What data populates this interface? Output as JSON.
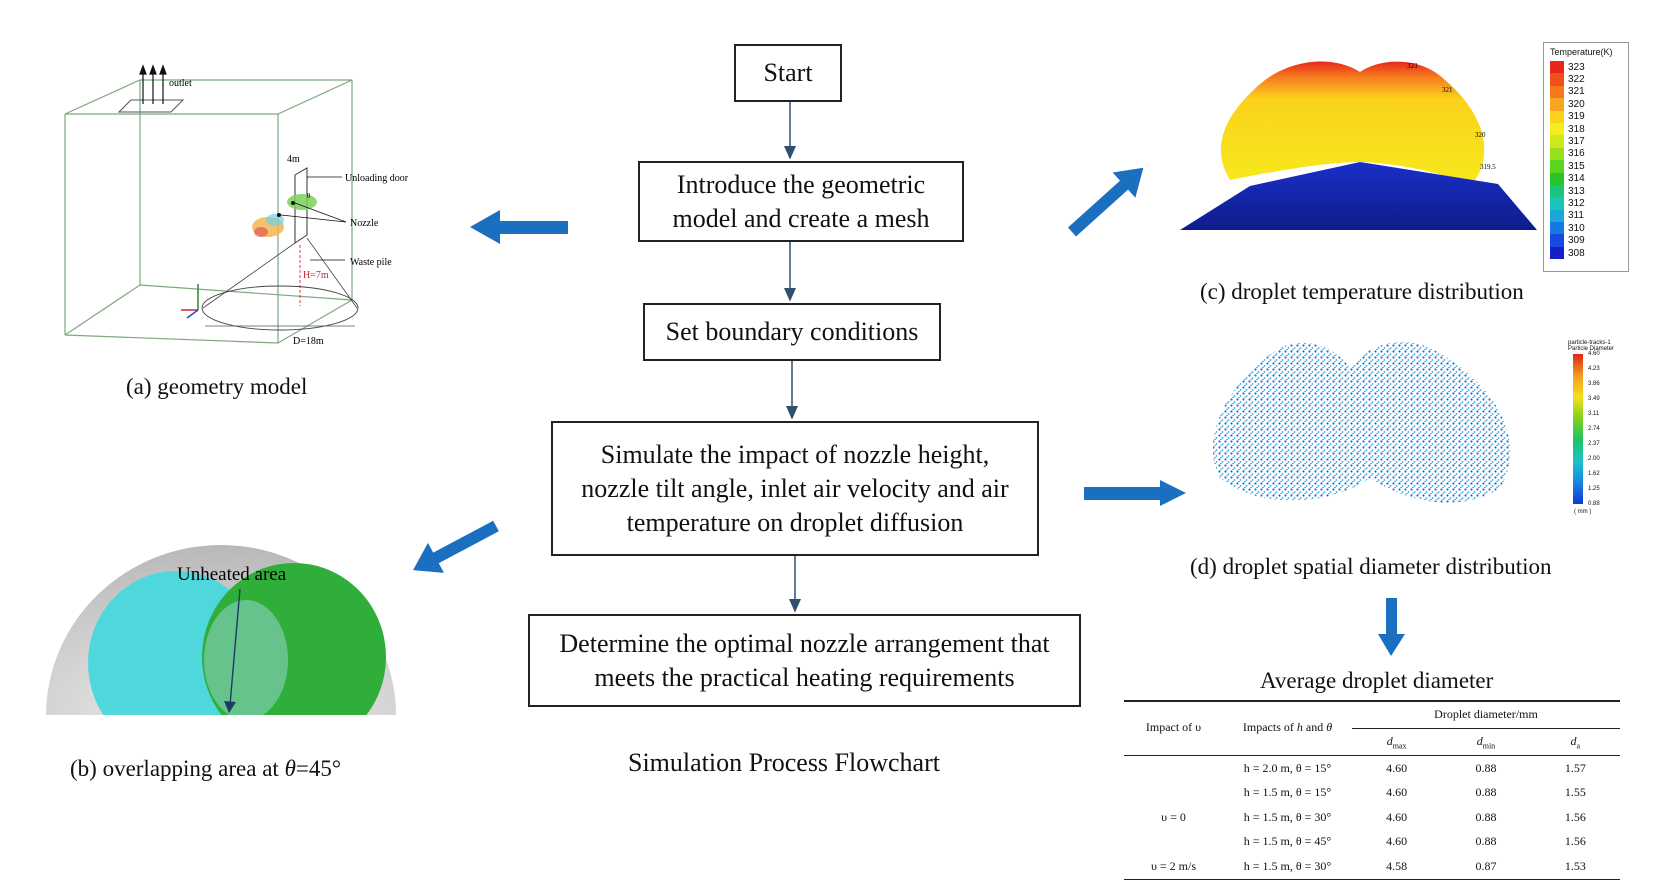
{
  "flowchart": {
    "title": "Simulation Process Flowchart",
    "steps": [
      "Start",
      "Introduce the geometric model and create a mesh",
      "Set boundary conditions",
      "Simulate the impact of nozzle height, nozzle tilt angle, inlet air velocity and air temperature on droplet diffusion",
      "Determine the optimal nozzle arrangement that meets the practical heating requirements"
    ]
  },
  "panel_a": {
    "caption": "(a) geometry model",
    "labels": {
      "outlet": "outlet",
      "unloading_door": "Unloading door",
      "nozzle": "Nozzle",
      "waste_pile": "Waste pile",
      "width": "4m",
      "height": "H=7m",
      "diameter": "D=18m"
    }
  },
  "panel_b": {
    "caption_prefix": "(b) overlapping area at ",
    "caption_theta": "θ",
    "caption_suffix": "=45°",
    "label": "Unheated area",
    "colors": {
      "left_spray": "#4fd8dc",
      "right_spray": "#2fae3a",
      "background": "#c9c9c9"
    }
  },
  "panel_c": {
    "caption": "(c) droplet temperature distribution",
    "legend_title": "Temperature(K)",
    "legend_values": [
      "323",
      "322",
      "321",
      "320",
      "319",
      "318",
      "317",
      "316",
      "315",
      "314",
      "313",
      "312",
      "311",
      "310",
      "309",
      "308"
    ],
    "legend_colors": [
      "#e8261a",
      "#f0501c",
      "#f5781e",
      "#f9a41f",
      "#fbd11d",
      "#f4ee1e",
      "#cde81d",
      "#97e01c",
      "#5dd41c",
      "#27c32b",
      "#1dc37a",
      "#1bc4b7",
      "#1aa7d8",
      "#1878e2",
      "#1549e0",
      "#1220c8"
    ],
    "contour_labels": [
      "323",
      "321",
      "320",
      "319.5"
    ]
  },
  "panel_d": {
    "caption": "(d) droplet spatial diameter distribution",
    "legend_title_1": "particle-tracks-1",
    "legend_title_2": "Particle Diameter",
    "legend_values": [
      "4.60",
      "4.23",
      "3.86",
      "3.49",
      "3.11",
      "2.74",
      "2.37",
      "2.00",
      "1.62",
      "1.25",
      "0.88"
    ],
    "legend_unit": "( mm )"
  },
  "table": {
    "title": "Average droplet diameter",
    "header": {
      "col1": "Impact of υ",
      "col2_prefix": "Impacts of ",
      "col2_h": "h",
      "col2_mid": " and ",
      "col2_theta": "θ",
      "group": "Droplet  diameter/mm",
      "dmax": "d",
      "dmax_sub": "max",
      "dmin": "d",
      "dmin_sub": "min",
      "da": "d",
      "da_sub": "a"
    },
    "rows": [
      {
        "v": "",
        "cond": "h  =  2.0  m,  θ  =  15°",
        "dmax": "4.60",
        "dmin": "0.88",
        "da": "1.57"
      },
      {
        "v": "",
        "cond": "h  =  1.5  m,  θ  =  15°",
        "dmax": "4.60",
        "dmin": "0.88",
        "da": "1.55"
      },
      {
        "v": "υ  =  0",
        "cond": "h  =  1.5  m,  θ  =  30°",
        "dmax": "4.60",
        "dmin": "0.88",
        "da": "1.56"
      },
      {
        "v": "",
        "cond": "h  =  1.5  m,  θ  =  45°",
        "dmax": "4.60",
        "dmin": "0.88",
        "da": "1.56"
      },
      {
        "v": "υ  =  2  m/s",
        "cond": "h  =  1.5  m,  θ  =  30°",
        "dmax": "4.58",
        "dmin": "0.87",
        "da": "1.53"
      }
    ]
  },
  "colors": {
    "arrow_blue": "#1b6fc0",
    "box_border": "#222222"
  }
}
